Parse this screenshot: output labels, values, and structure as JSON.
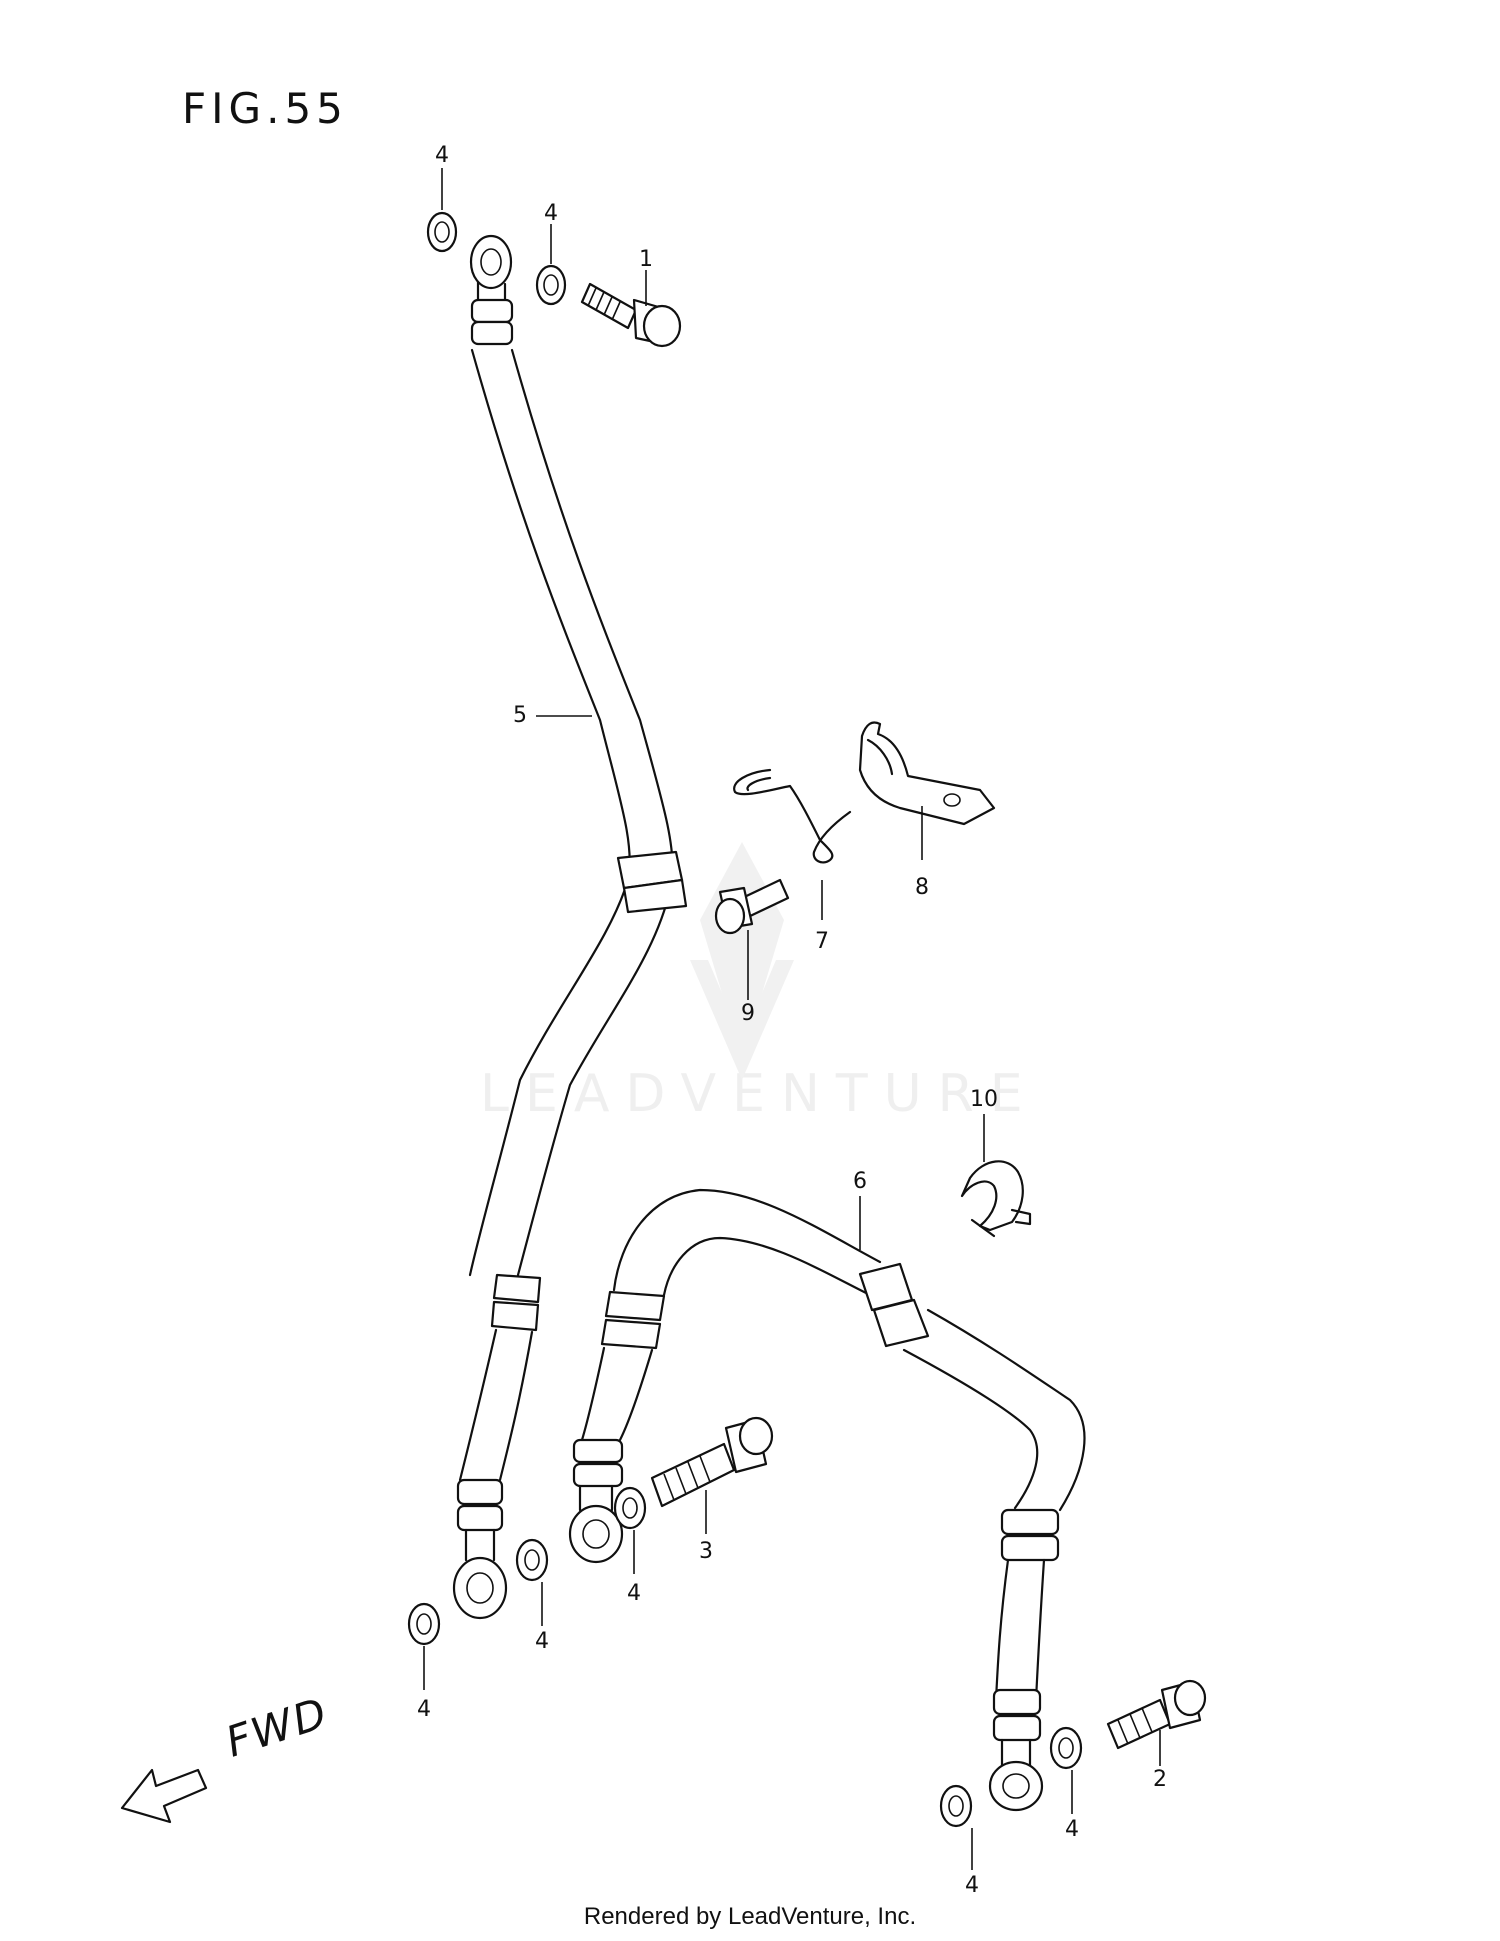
{
  "figure": {
    "title": "FIG.55",
    "direction_label": "FWD",
    "footer": "Rendered by LeadVenture, Inc.",
    "watermark": "LEADVENTURE"
  },
  "parts": [
    {
      "ref": "1"
    },
    {
      "ref": "2"
    },
    {
      "ref": "3"
    },
    {
      "ref": "4"
    },
    {
      "ref": "5"
    },
    {
      "ref": "6"
    },
    {
      "ref": "7"
    },
    {
      "ref": "8"
    },
    {
      "ref": "9"
    },
    {
      "ref": "10"
    }
  ],
  "callouts": [
    {
      "part": "4"
    },
    {
      "part": "4"
    },
    {
      "part": "1"
    },
    {
      "part": "5"
    },
    {
      "part": "8"
    },
    {
      "part": "7"
    },
    {
      "part": "9"
    },
    {
      "part": "10"
    },
    {
      "part": "6"
    },
    {
      "part": "3"
    },
    {
      "part": "4"
    },
    {
      "part": "4"
    },
    {
      "part": "4"
    },
    {
      "part": "2"
    },
    {
      "part": "4"
    },
    {
      "part": "4"
    }
  ]
}
